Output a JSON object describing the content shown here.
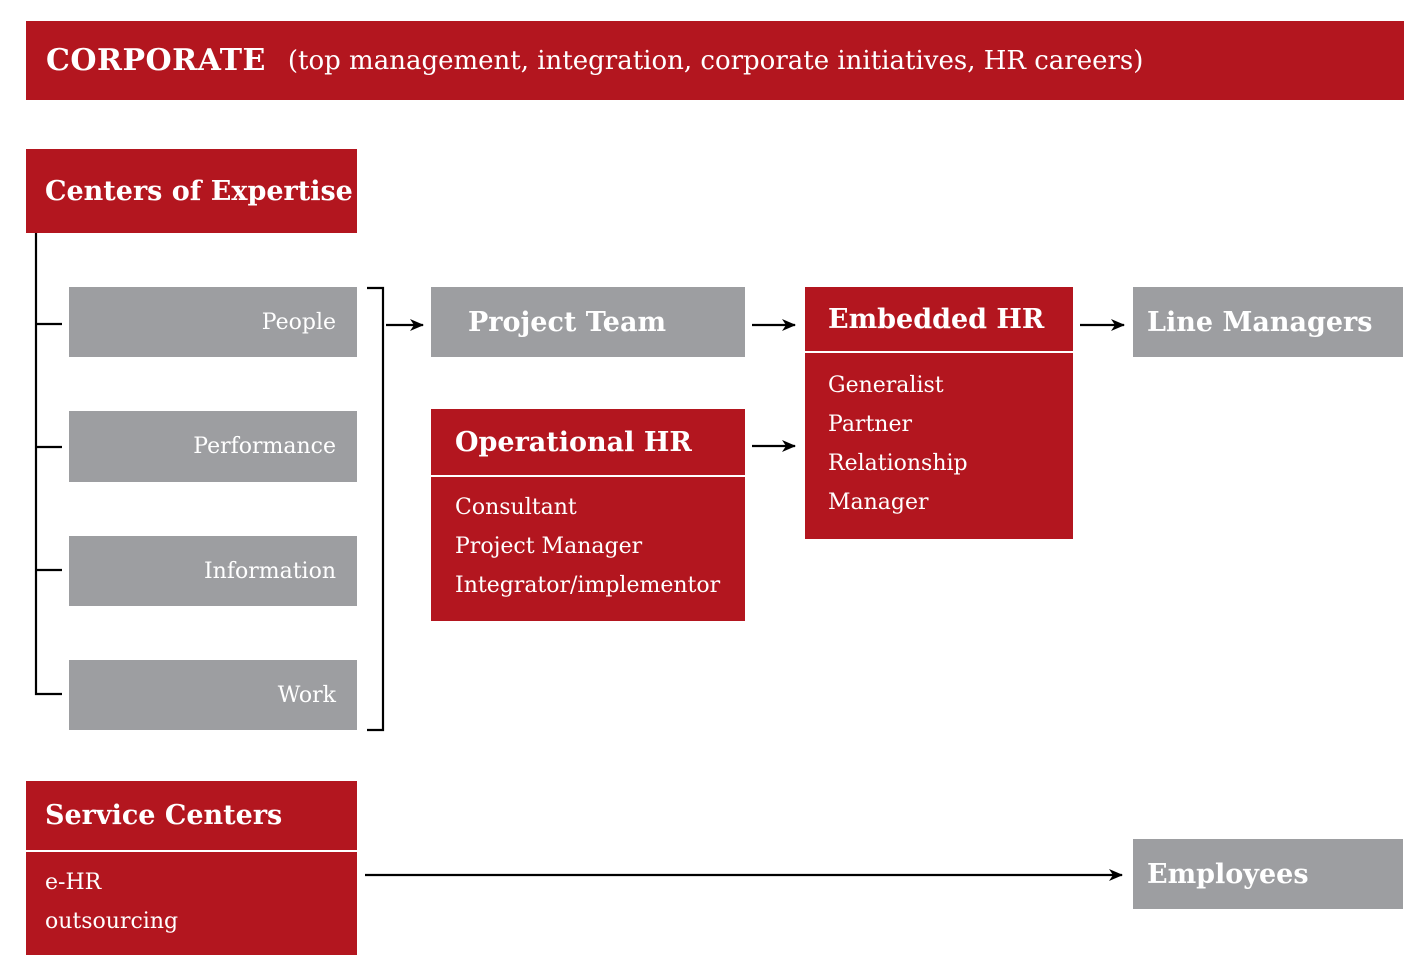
{
  "corporate": {
    "title": "CORPORATE",
    "subtitle": "(top management, integration, corporate initiatives, HR careers)"
  },
  "centers_of_expertise": {
    "title": "Centers of Expertise",
    "items": [
      "People",
      "Performance",
      "Information",
      "Work"
    ]
  },
  "project_team": {
    "title": "Project Team"
  },
  "operational_hr": {
    "title": "Operational HR",
    "items": [
      "Consultant",
      "Project Manager",
      "Integrator/implementor"
    ]
  },
  "embedded_hr": {
    "title": "Embedded HR",
    "items": [
      "Generalist",
      "Partner",
      "Relationship",
      "Manager"
    ]
  },
  "line_managers": {
    "title": "Line Managers"
  },
  "service_centers": {
    "title": "Service Centers",
    "items": [
      "e-HR",
      "outsourcing"
    ]
  },
  "employees": {
    "title": "Employees"
  },
  "colors": {
    "red": "#b3161f",
    "gray": "#9d9ea1",
    "text": "#ffffff",
    "line": "#000000"
  }
}
